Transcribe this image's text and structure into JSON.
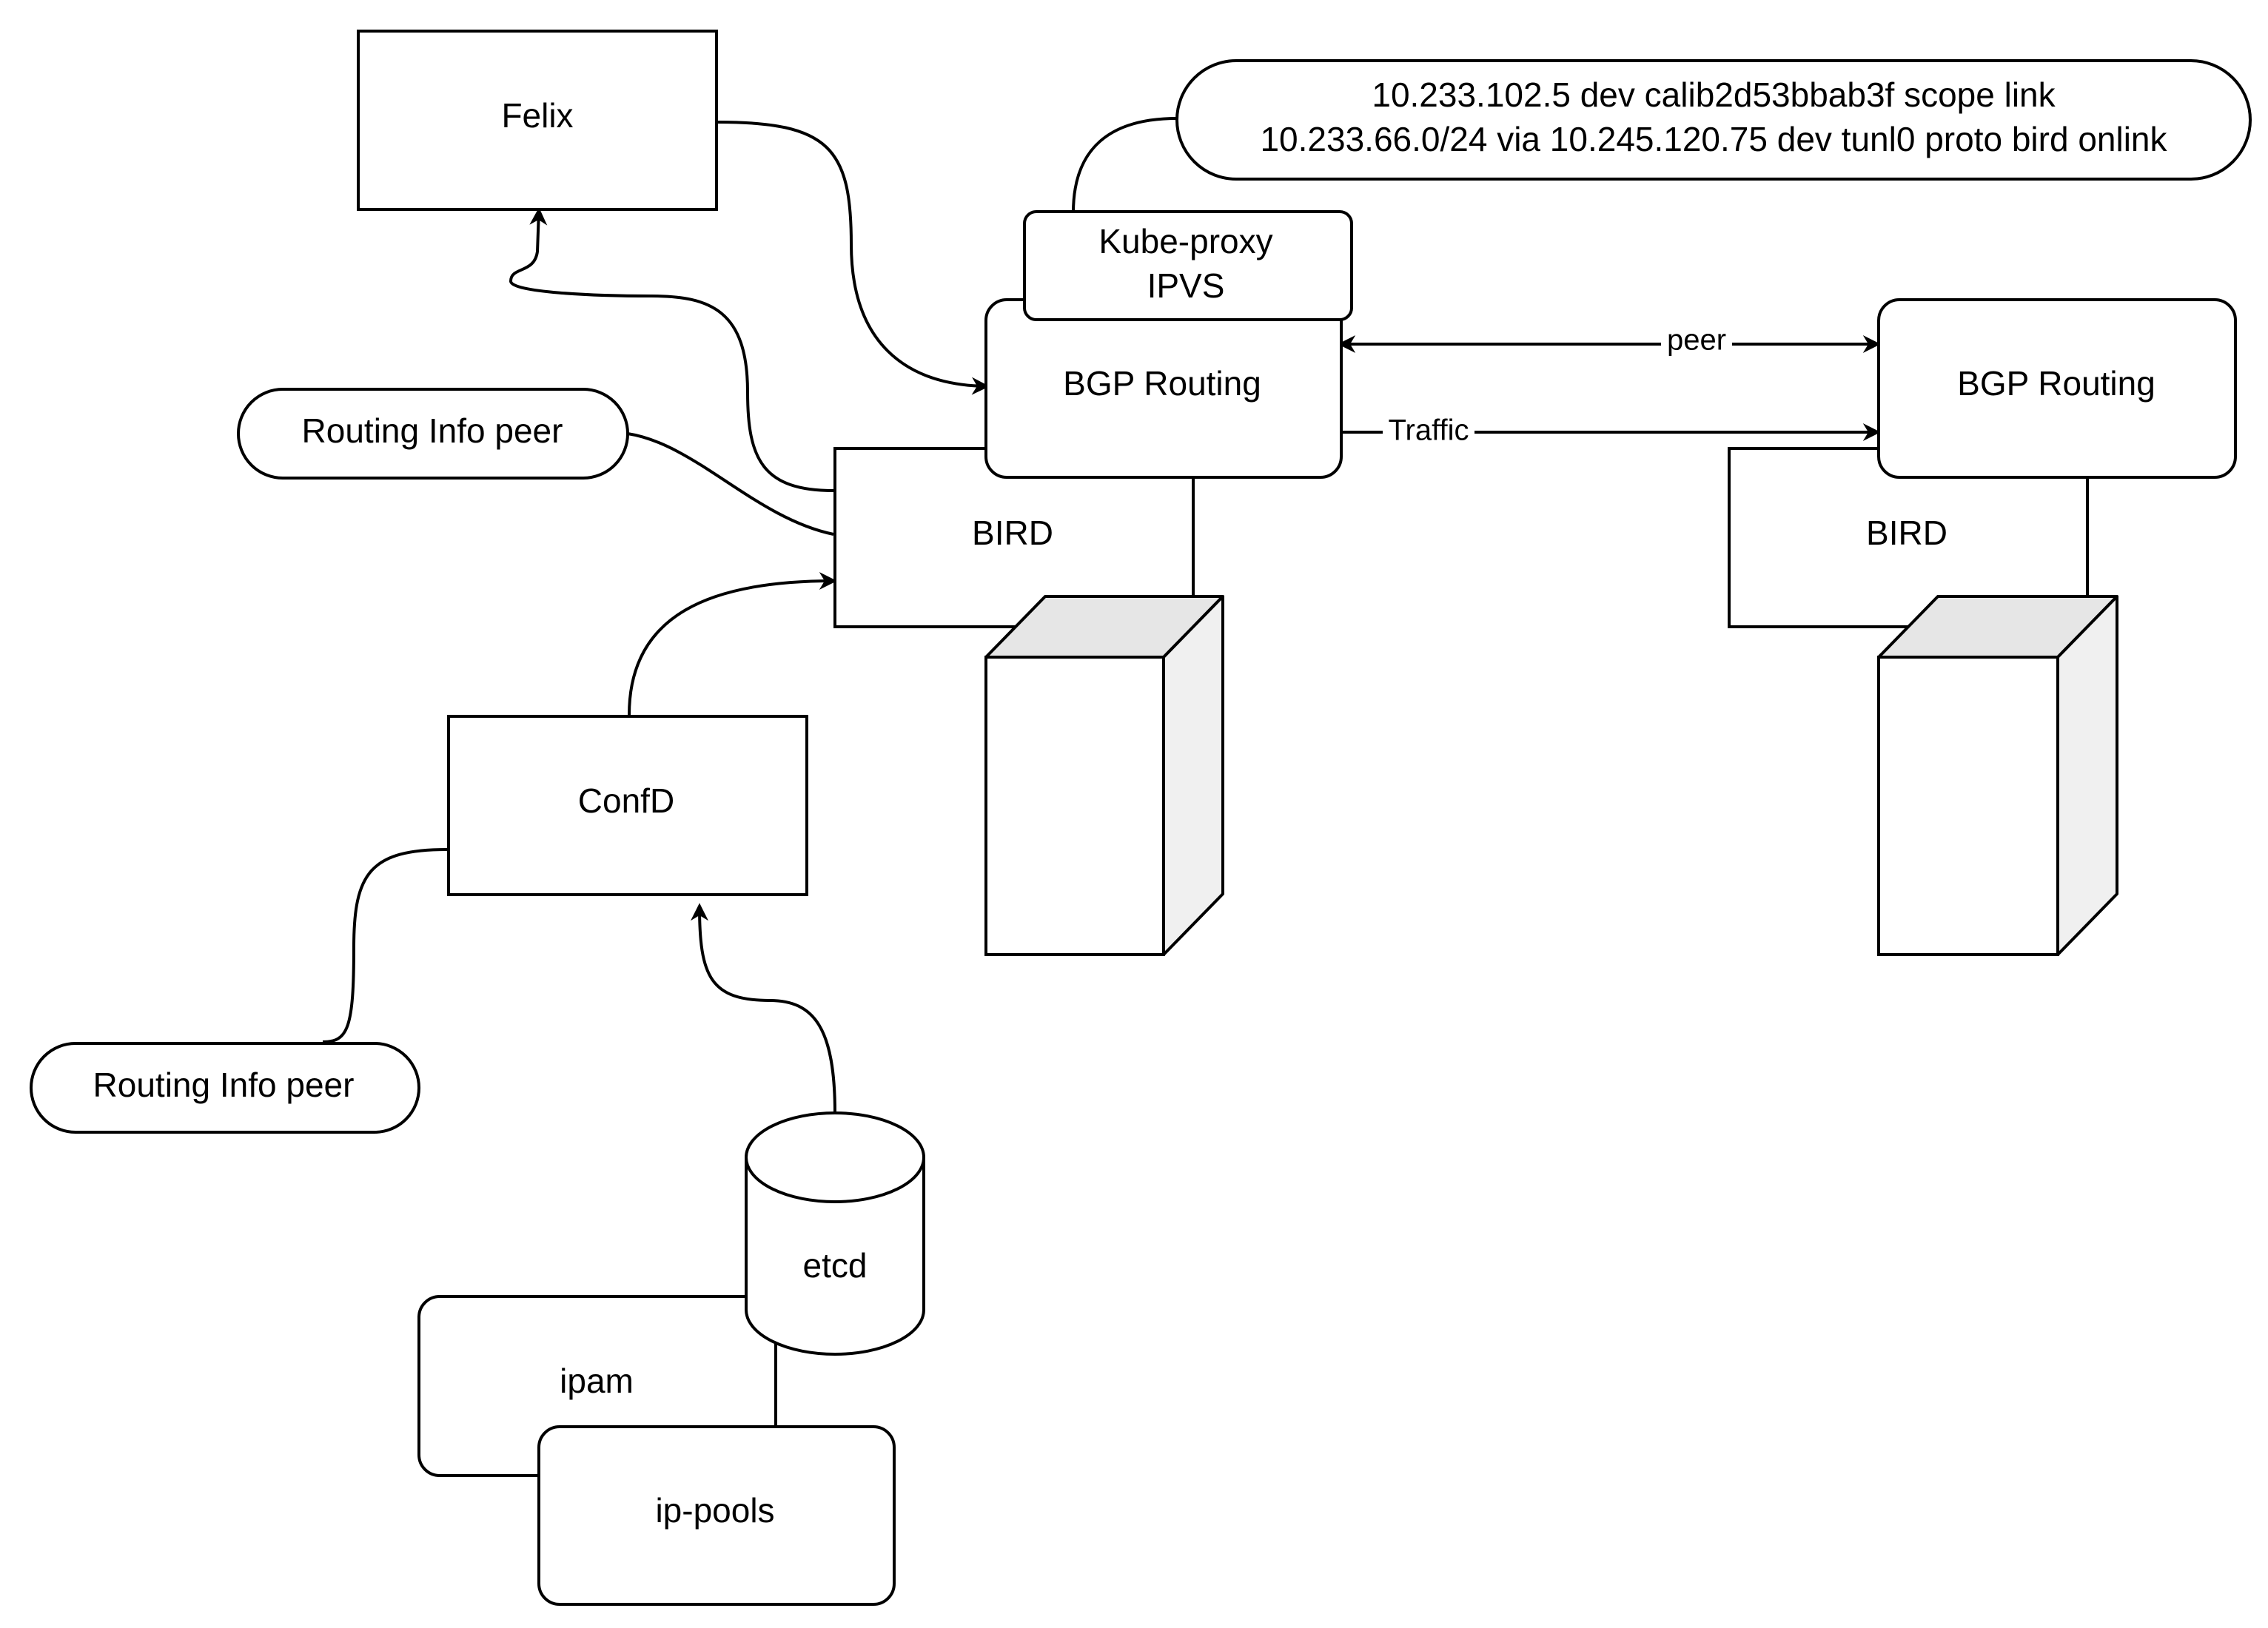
{
  "diagram": {
    "nodes": {
      "felix": "Felix",
      "route_note_line1": "10.233.102.5 dev calib2d53bbab3f scope link",
      "route_note_line2": "10.233.66.0/24 via 10.245.120.75 dev tunl0 proto bird onlink",
      "kube_proxy_line1": "Kube-proxy",
      "kube_proxy_line2": "IPVS",
      "bgp_routing_left": "BGP Routing",
      "bgp_routing_right": "BGP Routing",
      "routing_info_peer_top": "Routing Info peer",
      "bird_left": "BIRD",
      "bird_right": "BIRD",
      "confd": "ConfD",
      "routing_info_peer_bottom": "Routing Info peer",
      "etcd": "etcd",
      "ipam": "ipam",
      "ip_pools": "ip-pools"
    },
    "edges": {
      "peer": "peer",
      "traffic": "Traffic"
    },
    "colors": {
      "stroke": "#000000",
      "fill": "#ffffff",
      "server_side": "#f0f0f0",
      "server_top": "#e6e6e6"
    }
  }
}
